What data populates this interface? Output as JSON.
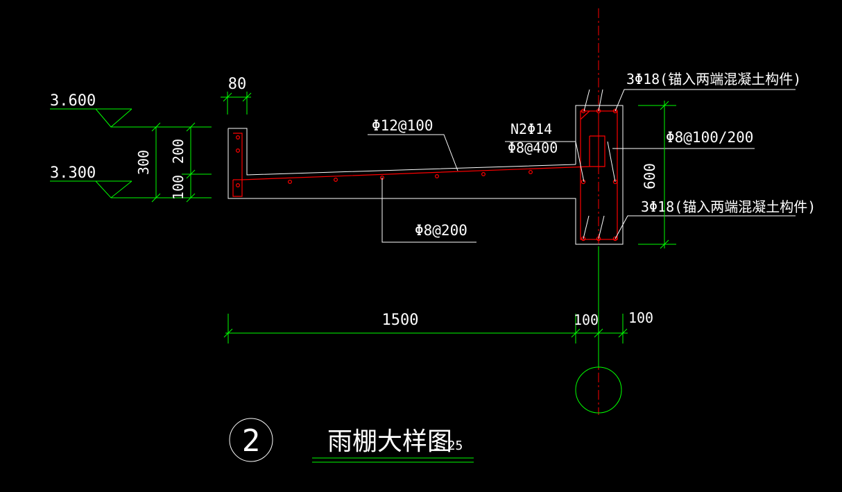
{
  "colors": {
    "background": "#000000",
    "outline": "#ffffff",
    "dimension": "#00ff00",
    "rebar": "#ff0000"
  },
  "elevations": {
    "top": "3.600",
    "bottom": "3.300"
  },
  "dimensions": {
    "tip_width": "80",
    "overall_depth": "300",
    "upper_depth": "200",
    "lower_depth": "100",
    "beam_depth": "600",
    "cantilever_length": "1500",
    "beam_half_left": "100",
    "beam_half_right": "100"
  },
  "rebar_labels": {
    "slab_top": "Φ12@100",
    "distribution": "Φ8@200",
    "n2": "N2Φ14",
    "n2_tie": "Φ8@400",
    "beam_top": "3Φ18(锚入两端混凝土构件)",
    "stirrup": "Φ8@100/200",
    "beam_bottom": "3Φ18(锚入两端混凝土构件)"
  },
  "title": {
    "number": "2",
    "name": "雨棚大样图",
    "scale": "1:25"
  }
}
